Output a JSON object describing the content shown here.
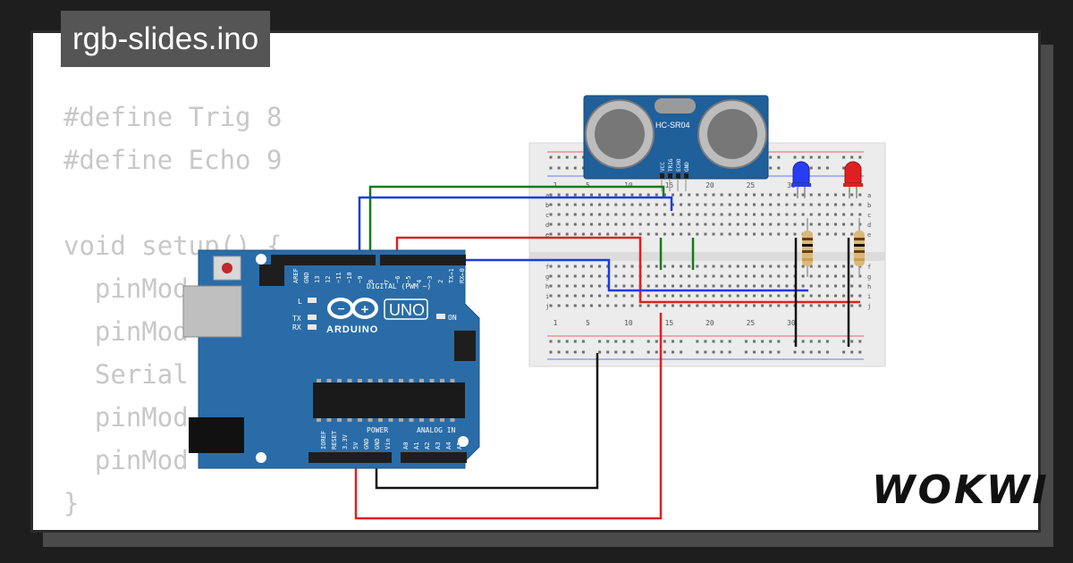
{
  "title": "rgb-slides.ino",
  "brand": "WOKWI",
  "code_lines": [
    "#define Trig 8",
    "#define Echo 9",
    "",
    "void setup() {",
    "  pinMod",
    "  pinMod",
    "  Serial",
    "  pinMod",
    "  pinMod",
    "}"
  ],
  "sensor": {
    "label": "HC-SR04",
    "pins": [
      "VCC",
      "TRIG",
      "ECHO",
      "GND"
    ]
  },
  "arduino": {
    "logo_text": "ARDUINO",
    "model": "UNO",
    "digital_header": "DIGITAL (PWM ~)",
    "digital_pins": [
      "AREF",
      "GND",
      "13",
      "12",
      "~11",
      "~10",
      "~9",
      "8",
      "7",
      "~6",
      "~5",
      "4",
      "~3",
      "2",
      "TX→1",
      "RX←0"
    ],
    "power_header": "POWER",
    "power_pins": [
      "IOREF",
      "RESET",
      "3.3V",
      "5V",
      "GND",
      "GND",
      "Vin"
    ],
    "analog_header": "ANALOG IN",
    "analog_pins": [
      "A0",
      "A1",
      "A2",
      "A3",
      "A4",
      "A5"
    ],
    "led_labels": [
      "L",
      "TX",
      "RX",
      "ON"
    ]
  },
  "breadboard": {
    "row_letters_top": [
      "a",
      "b",
      "c",
      "d",
      "e"
    ],
    "row_letters_bottom": [
      "f",
      "g",
      "h",
      "i",
      "j"
    ],
    "column_numbers": [
      "1",
      "5",
      "10",
      "15",
      "20",
      "25",
      "30"
    ]
  },
  "leds": [
    {
      "color": "blue"
    },
    {
      "color": "red"
    }
  ],
  "colors": {
    "wire_red": "#e02020",
    "wire_black": "#111111",
    "wire_blue": "#1a3be0",
    "wire_green": "#157a1c",
    "board_blue": "#2a6ca8",
    "sensor_blue": "#1f5f9a"
  }
}
